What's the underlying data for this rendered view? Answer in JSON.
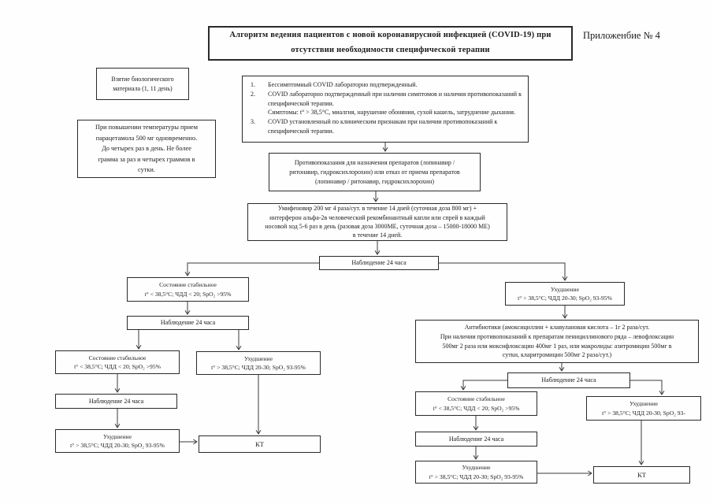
{
  "page": {
    "annex_label": "Приложенбие № 4",
    "title": "Алгоритм ведения пациентов с новой коронавирусной инфекцией (COVID-19) при\nотсутствии необходимости специфической терапии",
    "ink_color": "#1b1b1b",
    "border_color": "#2a2a2a",
    "background_color": "#fefefe"
  },
  "side_notes": {
    "bio_sampling": "Взятие биологического\nматериала (1, 11 день)",
    "paracetamol": "При повышении температуры прием\nпарацетамола 500 мг одновременно.\nДо четырех раз в день. Не более\nграмма за раз и четырех граммов в\nсутки."
  },
  "criteria": {
    "items": [
      {
        "num": "1.",
        "text": "Бессимптомный COVID лабораторно подтвержденный."
      },
      {
        "num": "2.",
        "text": "COVID лабораторно подтвержденный при наличии симптомов и наличия противопоказаний к специфической терапии.\nСимптомы:  t° > 38,5°C, миалгия, нарушение обоняния, сухой кашель, затруднение дыхания."
      },
      {
        "num": "3.",
        "text": "COVID установленный по клиническим признакам при наличии противопоказаний к специфической терапии."
      }
    ]
  },
  "nodes": {
    "contraindications": "Противопоказания для назначения препаратов (лопинавир /\nритонавир, гидроксихлорохин) или отказ от приема препаратов\n(лопинавир / ритонавир, гидроксихлорохин)",
    "umifenovir": "Умифеновир 200 мг 4 раза/сут. в течение 14 дней (суточная доза 800 мг) +\nинтерферон альфа-2в человеческий рекомбинантный капли или спрей в каждый\nносовой ход 5-6 раз в день (разовая доза 3000МЕ, суточная доза – 15000-18000 МЕ)\nв течение 14 дней.",
    "observation_center": "Наблюдение 24 часа",
    "stable_1": "Состояние стабильное\nt° < 38,5°C;  ЧДД < 20; SpO₂ >95%",
    "worse_1": "Ухудшение\nt° > 38,5°C;  ЧДД 20-30; SpO₂ 93-95%",
    "observation_left_2": "Наблюдение 24 часа",
    "stable_2": "Состояние стабильное\nt° < 38,5°C;  ЧДД < 20; SpO₂ >95%",
    "worse_2": "Ухудшение\nt° > 38,5°C;  ЧДД 20-30; SpO₂ 93-95%",
    "observation_left_3": "Наблюдение 24 часа",
    "worse_3": "Ухудшение\nt° > 38,5°C;  ЧДД 20-30; SpO₂ 93-95%",
    "ct_left": "КТ",
    "antibiotics": "Антибиотики (амоксициллин + клавулановая кислота – 1г 2 раза/сут.\nПри наличии противопоказаний к препаратам пенициллинового ряда – левофлоксацин\n500мг 2 раза или моксифлоксацин 400мг 1 раз, или макролиды: азитромицин 500мг в\nсутки, кларитромицин 500мг 2 раза/сут.)",
    "observation_right_1": "Наблюдение 24 часа",
    "stable_right": "Состояние стабильное\nt° < 38,5°C;  ЧДД < 20; SpO₂ >95%",
    "worse_right": "Ухудшение\nt° > 38,5°C;  ЧДД 20-30; SpO₂ 93-",
    "observation_right_2": "Наблюдение 24 часа",
    "worse_right_2": "Ухудшение\nt° > 38,5°C;  ЧДД 20-30; SpO₂ 93-95%",
    "ct_right": "КТ"
  }
}
